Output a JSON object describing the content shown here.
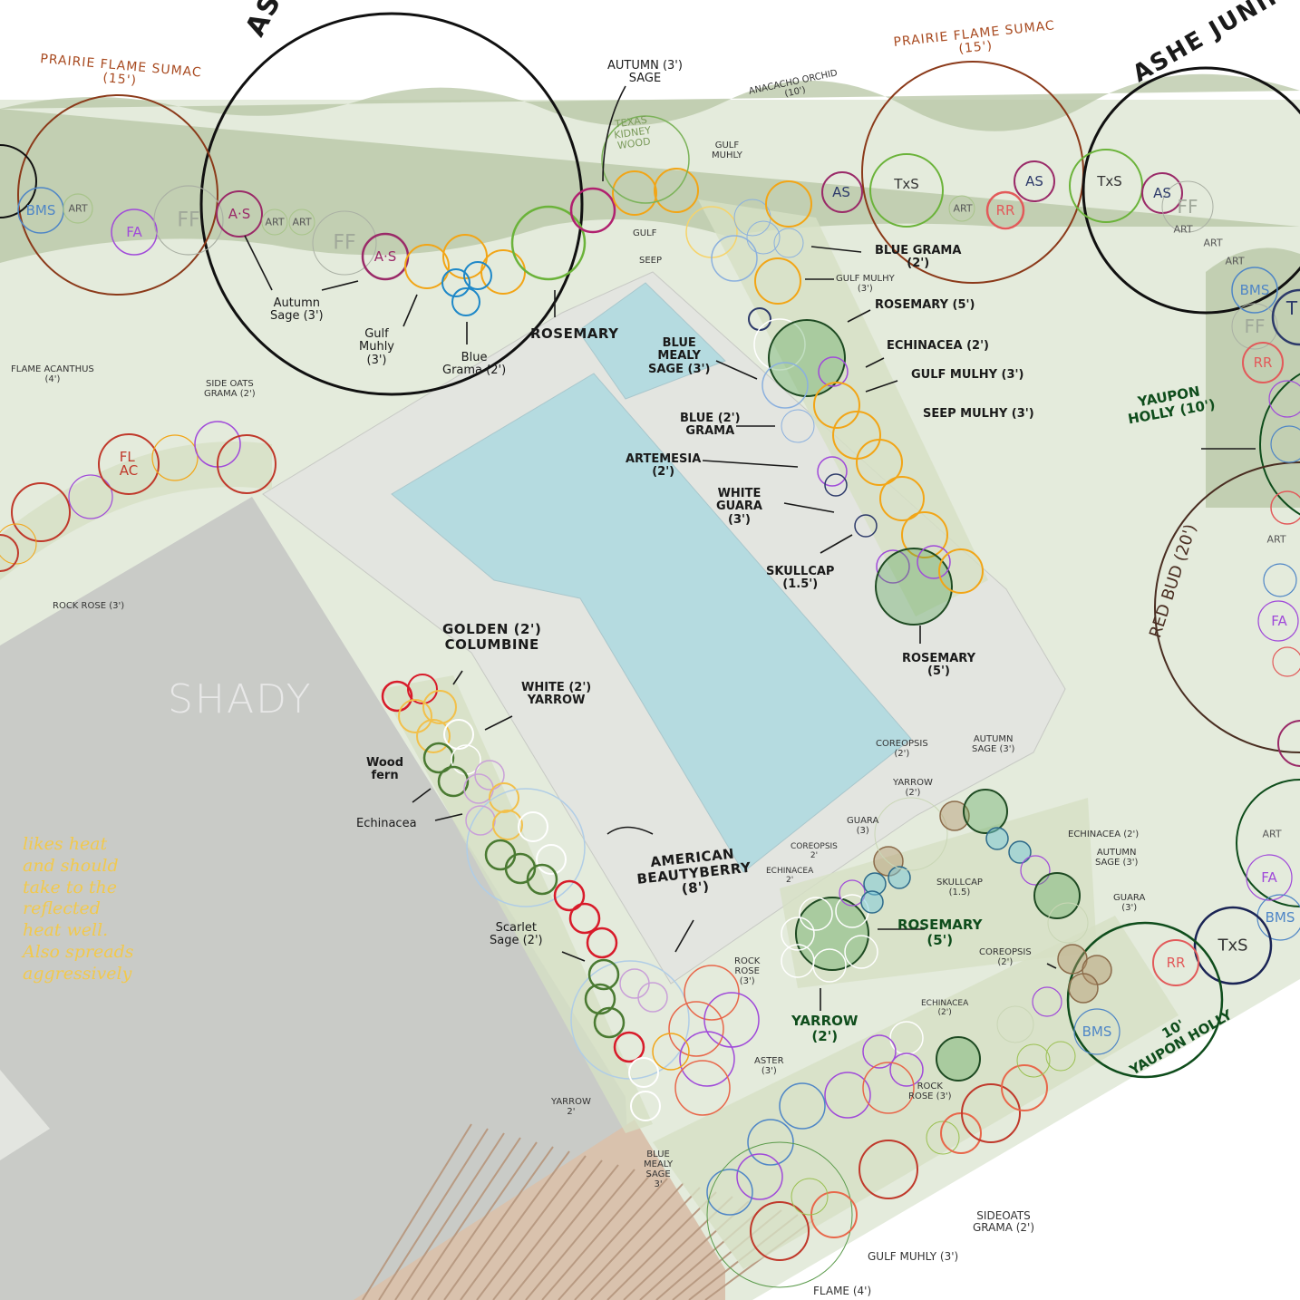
{
  "title": "Backyard pool planting plan",
  "trees": {
    "ashe_left": "AS",
    "ashe_right": "ASHE JUNIPER",
    "sumac_left": "PRAIRIE FLAME SUMAC\n(15')",
    "sumac_right": "PRAIRIE FLAME SUMAC\n(15')",
    "anacacho": "ANACACHO ORCHID\n(10')",
    "kidneywood": "TEXAS\nKIDNEY\nWOOD",
    "yaupon_right": "YAUPON\nHOLLY (10')",
    "red_bud": "RED BUD (20')",
    "yaupon_bottom": "10'\nYAUPON HOLLY",
    "beautyberry": "AMERICAN\nBEAUTYBERRY\n(8')"
  },
  "labels": {
    "autumn_sage_a": "Autumn\nSage (3')",
    "gulf_muhly_a": "Gulf\nMuhly\n(3')",
    "blue_grama_a": "Blue\nGrama (2')",
    "rosemary_a": "ROSEMARY",
    "autumn_sage_b": "AUTUMN (3')\nSAGE",
    "gulf_muhly_b": "GULF\nMUHLY",
    "gulf_c": "GULF",
    "seep_c": "SEEP",
    "blue_grama_b": "BLUE GRAMA\n(2')",
    "gulf_muhly_d": "GULF MULHY\n(3')",
    "rosemary_b": "ROSEMARY (5')",
    "echinacea_a": "ECHINACEA (2')",
    "gulf_muhly_e": "GULF MULHY (3')",
    "seep_muhly": "SEEP MULHY (3')",
    "blue_mealy_a": "BLUE\nMEALY\nSAGE (3')",
    "blue_grama_c": "BLUE (2')\nGRAMA",
    "artemesia": "ARTEMESIA\n(2')",
    "white_guara": "WHITE\nGUARA\n(3')",
    "skullcap_a": "SKULLCAP\n(1.5')",
    "rosemary_c": "ROSEMARY\n(5')",
    "flame_acanthus": "FLAME ACANTHUS\n(4')",
    "side_oats_a": "SIDE OATS\nGRAMA (2')",
    "rock_rose_a": "ROCK ROSE (3')",
    "shady": "SHADY",
    "note": "likes heat\nand should\ntake to the\nreflected\nheat well.\nAlso spreads\naggressively",
    "golden_columbine": "GOLDEN (2')\nCOLUMBINE",
    "white_yarrow": "WHITE (2')\nYARROW",
    "wood_fern": "Wood\nfern",
    "echinacea_b": "Echinacea",
    "scarlet_sage": "Scarlet\nSage (2')",
    "yarrow_a": "YARROW\n2'",
    "coreopsis_a": "COREOPSIS\n(2')",
    "autumn_sage_c": "AUTUMN\nSAGE (3')",
    "yarrow_b": "YARROW\n(2')",
    "guara_a": "GUARA\n(3)",
    "coreopsis_b": "COREOPSIS\n2'",
    "echinacea_c": "ECHINACEA\n2'",
    "skullcap_b": "SKULLCAP\n(1.5)",
    "echinacea_d": "ECHINACEA (2')",
    "autumn_sage_d": "AUTUMN\nSAGE (3')",
    "guara_b": "GUARA\n(3')",
    "rosemary_d": "ROSEMARY\n(5')",
    "coreopsis_c": "COREOPSIS\n(2')",
    "rock_rose_b": "ROCK\nROSE\n(3')",
    "yarrow_c": "YARROW\n(2')",
    "echinacea_e": "ECHINACEA\n(2')",
    "aster": "ASTER\n(3')",
    "rock_rose_c": "ROCK\nROSE (3')",
    "blue_mealy_b": "BLUE\nMEALY\nSAGE\n3'",
    "sideoats_b": "SIDEOATS\nGRAMA (2')",
    "gulf_muhly_f": "GULF MUHLY (3')",
    "flame": "FLAME (4')"
  },
  "codes": {
    "bms": "BMS",
    "art": "ART",
    "fa": "FA",
    "ff": "FF",
    "as": "A·S",
    "as2": "AS",
    "txs": "TxS",
    "rr": "RR",
    "flac": "FL\nAC",
    "t": "T"
  },
  "colors": {
    "ground": "#e4ebdc",
    "hedge": "#b7c6a4",
    "house": "#c9cbc7",
    "patio": "#e3e5e0",
    "pool": "#b5dbe0",
    "deck": "#d9c2ad"
  }
}
